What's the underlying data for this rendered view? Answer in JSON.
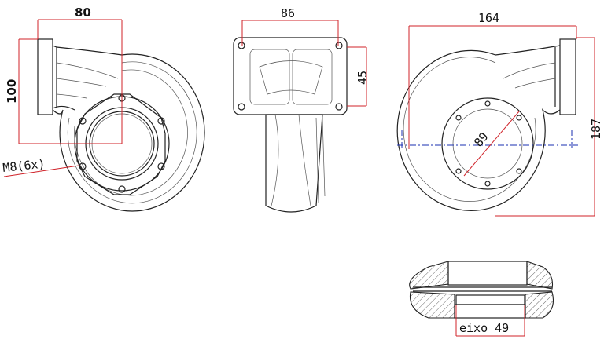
{
  "drawing": {
    "front_view": {
      "width_dim": "80",
      "height_dim": "100",
      "thread_note": "M8(6x)"
    },
    "side_view": {
      "flange_width_dim": "86",
      "flange_height_dim": "45"
    },
    "rear_view": {
      "overall_width_dim": "164",
      "overall_height_dim": "187",
      "bolt_circle_dim": "89"
    },
    "section_view": {
      "shaft_dim": "eixo 49"
    }
  },
  "colors": {
    "dimension": "#d0232a",
    "centerline": "#1a2fb0",
    "outline": "#222222"
  }
}
